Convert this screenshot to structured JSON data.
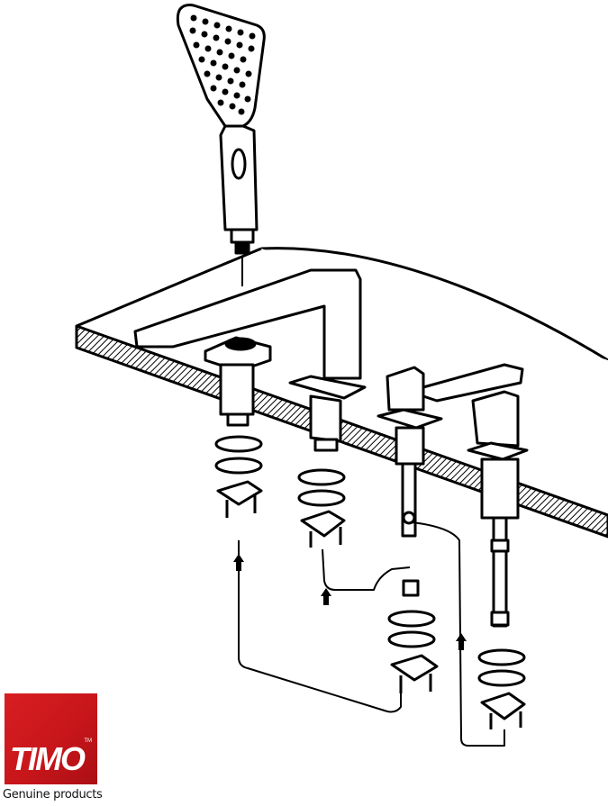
{
  "logo": {
    "brand": "TIMO",
    "trademark": "TM",
    "color": "#d81e22"
  },
  "tagline": "Genuine products"
}
